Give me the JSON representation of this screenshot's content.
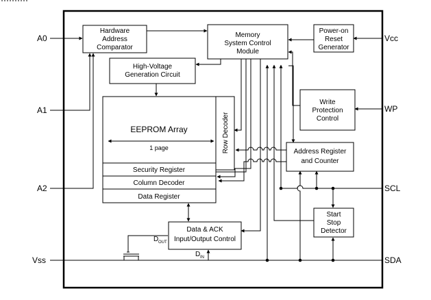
{
  "blocks": {
    "hardware_address_comparator": [
      "Hardware",
      "Address",
      "Comparator"
    ],
    "memory_system_control": [
      "Memory",
      "System Control",
      "Module"
    ],
    "power_on_reset": [
      "Power-on",
      "Reset",
      "Generator"
    ],
    "high_voltage": [
      "High-Voltage",
      "Generation Circuit"
    ],
    "eeprom_array": "EEPROM Array",
    "page_label": "1 page",
    "row_decoder": "Row Decoder",
    "write_protection": [
      "Write",
      "Protection",
      "Control"
    ],
    "address_register": [
      "Address Register",
      "and Counter"
    ],
    "security_register": "Security Register",
    "column_decoder": "Column Decoder",
    "data_register": "Data Register",
    "start_stop": [
      "Start",
      "Stop",
      "Detector"
    ],
    "data_ack": [
      "Data & ACK",
      "Input/Output Control"
    ]
  },
  "pins": {
    "a0": "A0",
    "a1": "A1",
    "a2": "A2",
    "vss": "Vss",
    "vcc": "Vcc",
    "wp": "WP",
    "scl": "SCL",
    "sda": "SDA"
  },
  "signals": {
    "dout_main": "D",
    "dout_sub": "OUT",
    "din_main": "D",
    "din_sub": "IN"
  }
}
